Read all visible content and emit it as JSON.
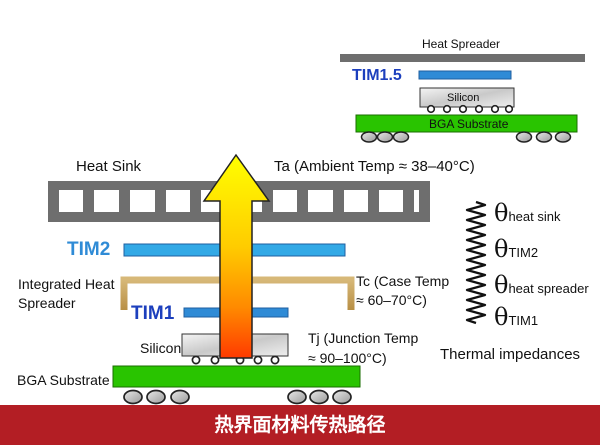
{
  "inset": {
    "heat_spreader_label": "Heat Spreader",
    "tim15_label": "TIM1.5",
    "silicon_label": "Silicon",
    "bga_label": "BGA Substrate"
  },
  "main": {
    "heat_sink_label": "Heat Sink",
    "ambient_label": "Ta (Ambient Temp ≈ 38–40°C)",
    "tim2_label": "TIM2",
    "ihs_label_line1": "Integrated Heat",
    "ihs_label_line2": "Spreader",
    "case_temp_line1": "Tc (Case Temp",
    "case_temp_line2": "≈ 60–70°C)",
    "tim1_label": "TIM1",
    "silicon_label": "Silicon",
    "junction_temp_line1": "Tj (Junction Temp",
    "junction_temp_line2": "≈ 90–100°C)",
    "bga_label": "BGA Substrate"
  },
  "impedances": {
    "symbol": "θ",
    "items": [
      "heat sink",
      "TIM2",
      "heat spreader",
      "TIM1"
    ],
    "caption": "Thermal impedances"
  },
  "banner_text": "热界面材料传热路径",
  "colors": {
    "tim": "#2f8bd6",
    "tim_dark": "#1c3fbd",
    "spreader": "#c9a25c",
    "substrate": "#29c400",
    "heatsink": "#6e6e6e",
    "banner": "#b31e24"
  }
}
